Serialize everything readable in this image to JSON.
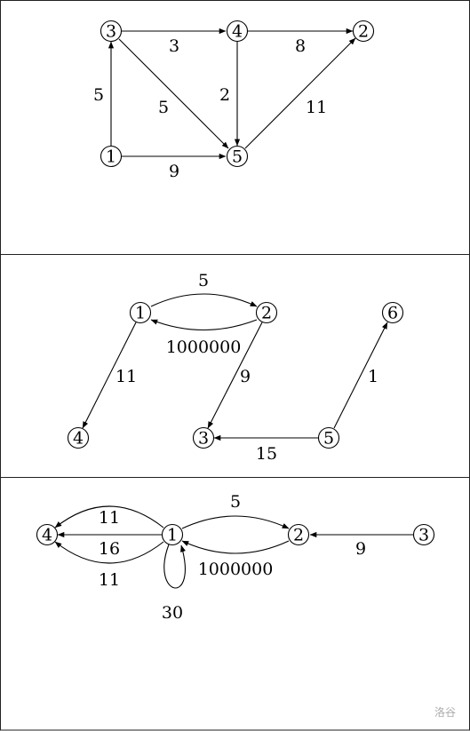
{
  "panels": [
    {
      "nodes": [
        {
          "id": "1",
          "label": "1"
        },
        {
          "id": "3",
          "label": "3"
        },
        {
          "id": "4",
          "label": "4"
        },
        {
          "id": "2",
          "label": "2"
        },
        {
          "id": "5",
          "label": "5"
        }
      ],
      "edges": [
        {
          "from": "1",
          "to": "3",
          "label": "5"
        },
        {
          "from": "3",
          "to": "4",
          "label": "3"
        },
        {
          "from": "4",
          "to": "2",
          "label": "8"
        },
        {
          "from": "3",
          "to": "5",
          "label": "5"
        },
        {
          "from": "4",
          "to": "5",
          "label": "2"
        },
        {
          "from": "5",
          "to": "2",
          "label": "11"
        },
        {
          "from": "1",
          "to": "5",
          "label": "9"
        }
      ]
    },
    {
      "nodes": [
        {
          "id": "1",
          "label": "1"
        },
        {
          "id": "2",
          "label": "2"
        },
        {
          "id": "6",
          "label": "6"
        },
        {
          "id": "4",
          "label": "4"
        },
        {
          "id": "3",
          "label": "3"
        },
        {
          "id": "5",
          "label": "5"
        }
      ],
      "edges": [
        {
          "from": "1",
          "to": "2",
          "label": "5"
        },
        {
          "from": "2",
          "to": "1",
          "label": "1000000"
        },
        {
          "from": "1",
          "to": "4",
          "label": "11"
        },
        {
          "from": "2",
          "to": "3",
          "label": "9"
        },
        {
          "from": "5",
          "to": "3",
          "label": "15"
        },
        {
          "from": "5",
          "to": "6",
          "label": "1"
        }
      ]
    },
    {
      "nodes": [
        {
          "id": "4",
          "label": "4"
        },
        {
          "id": "1",
          "label": "1"
        },
        {
          "id": "2",
          "label": "2"
        },
        {
          "id": "3",
          "label": "3"
        }
      ],
      "edges": [
        {
          "from": "1",
          "to": "4",
          "label": "11"
        },
        {
          "from": "1",
          "to": "4",
          "label": "16"
        },
        {
          "from": "1",
          "to": "4",
          "label": "11"
        },
        {
          "from": "1",
          "to": "2",
          "label": "5"
        },
        {
          "from": "2",
          "to": "1",
          "label": "1000000"
        },
        {
          "from": "3",
          "to": "2",
          "label": "9"
        },
        {
          "from": "1",
          "to": "1",
          "label": "30"
        }
      ]
    }
  ],
  "watermark": "洛谷"
}
